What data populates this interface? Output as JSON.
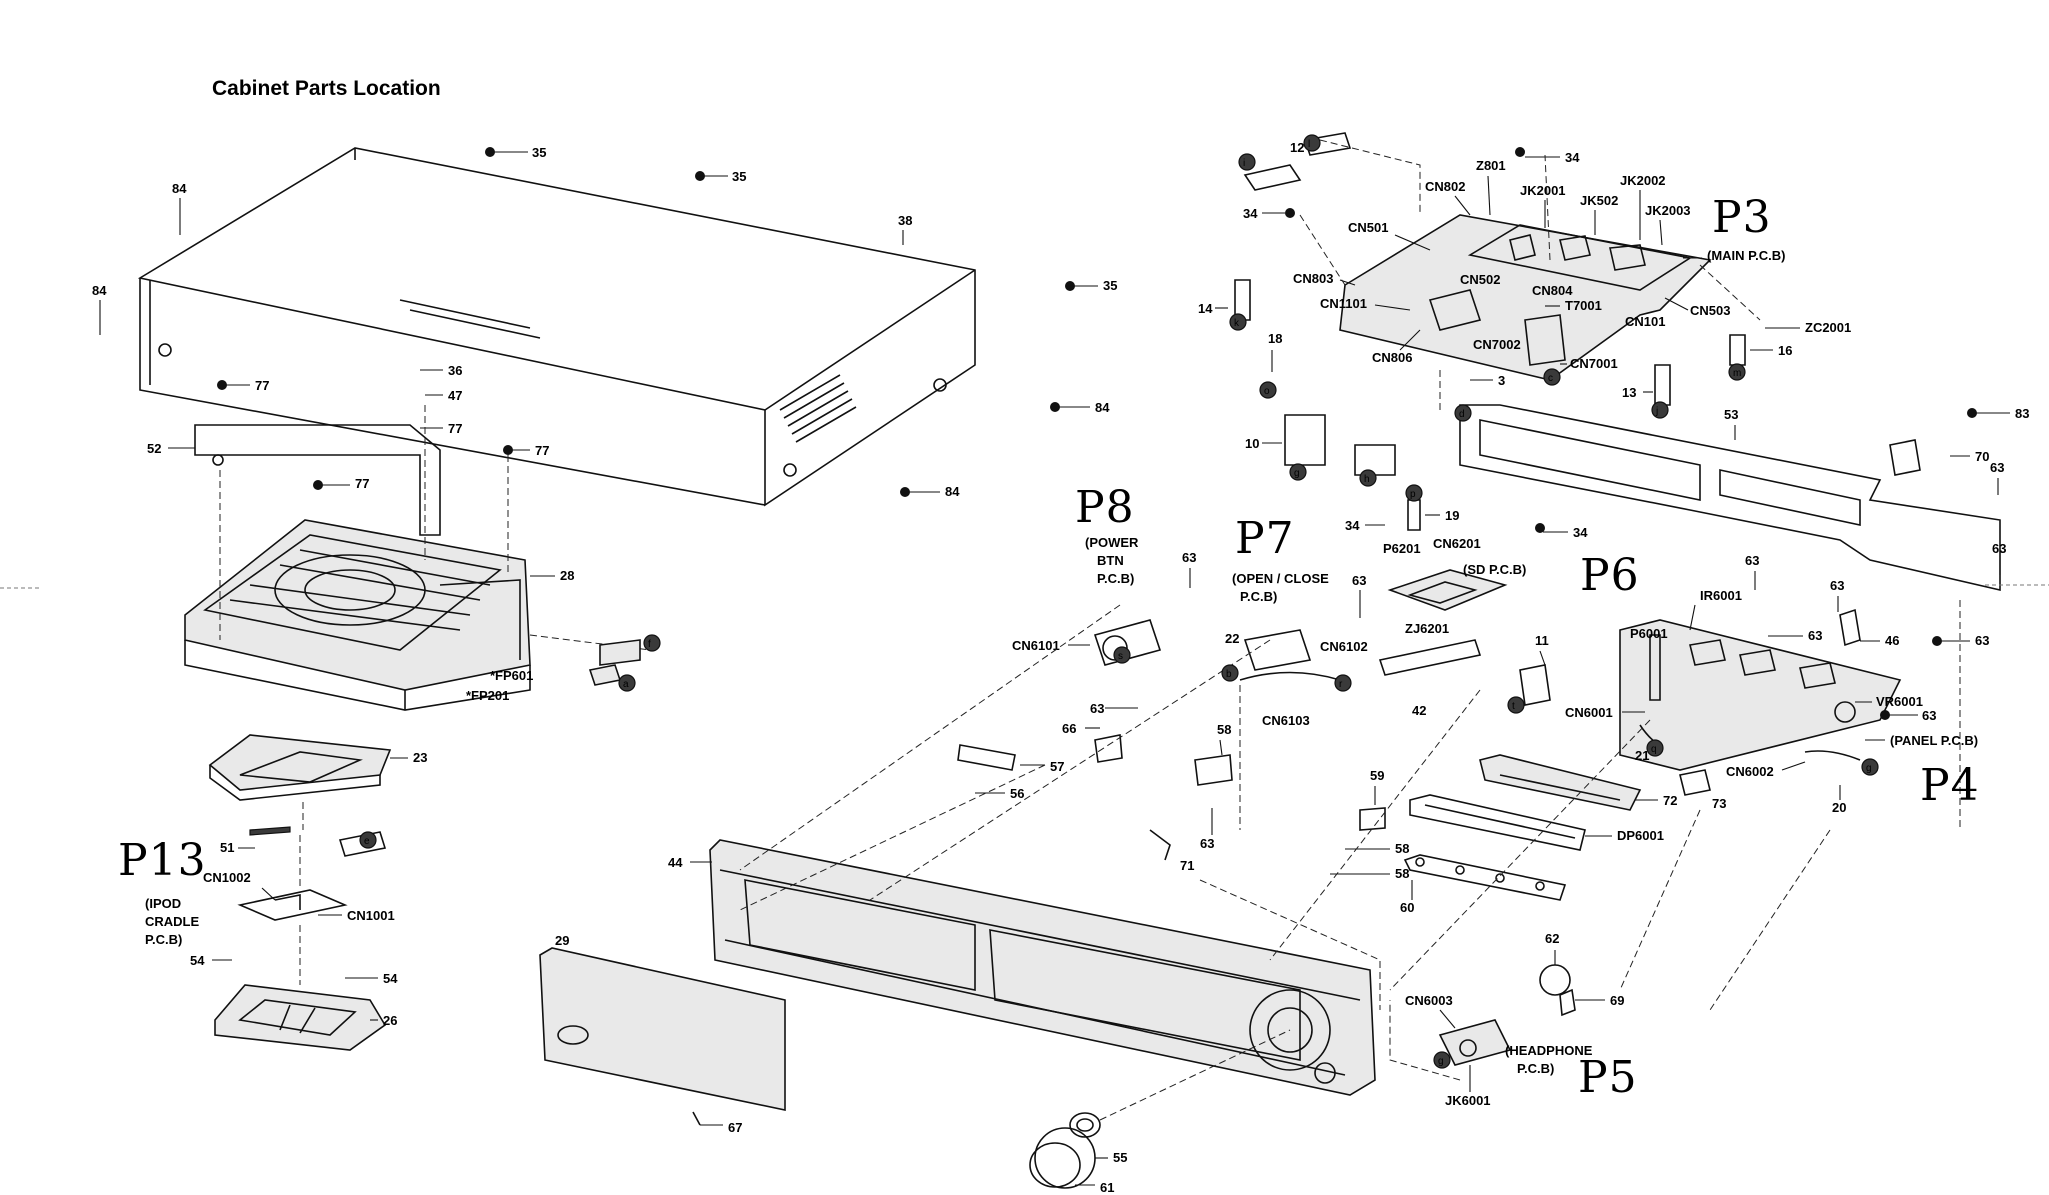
{
  "title": "Cabinet Parts Location",
  "handwritten": {
    "p3": "P3",
    "p4": "P4",
    "p5": "P5",
    "p6": "P6",
    "p7": "P7",
    "p8": "P8",
    "p13": "P13"
  },
  "labels": {
    "n35a": "35",
    "n35b": "35",
    "n35c": "35",
    "n84a": "84",
    "n84b": "84",
    "n84c": "84",
    "n38": "38",
    "n84d": "84",
    "n77a": "77",
    "n36": "36",
    "n47": "47",
    "n77b": "77",
    "n77c": "77",
    "n77d": "77",
    "n52": "52",
    "n28": "28",
    "fp601": "*FP601",
    "fp201": "*FP201",
    "n23": "23",
    "n51": "51",
    "cn1002": "CN1002",
    "ipod": "(IPOD",
    "cradle": "CRADLE",
    "pcb_a": "P.C.B)",
    "cn1001": "CN1001",
    "n54a": "54",
    "n54b": "54",
    "n26": "26",
    "n29": "29",
    "n67": "67",
    "n44": "44",
    "n55": "55",
    "n61": "61",
    "power": "(POWER",
    "btn": "BTN",
    "pcb_b": "P.C.B)",
    "n63a": "63",
    "cn6101": "CN6101",
    "openclose": "(OPEN / CLOSE",
    "pcb_c": "P.C.B)",
    "n63b": "63",
    "n22": "22",
    "cn6102": "CN6102",
    "cn6103": "CN6103",
    "n63c": "63",
    "n66": "66",
    "n57": "57",
    "n56": "56",
    "n58a": "58",
    "n63d": "63",
    "n71": "71",
    "n59": "59",
    "n58b": "58",
    "n58c": "58",
    "n12": "12",
    "n34a": "34",
    "n34b": "34",
    "n14": "14",
    "n18": "18",
    "n10": "10",
    "cn802": "CN802",
    "z801": "Z801",
    "jk2001": "JK2001",
    "jk502": "JK502",
    "jk2002": "JK2002",
    "jk2003": "JK2003",
    "mainpcb": "(MAIN P.C.B)",
    "cn501": "CN501",
    "cn803": "CN803",
    "cn502": "CN502",
    "cn804": "CN804",
    "cn1101": "CN1101",
    "t7001": "T7001",
    "cn101": "CN101",
    "cn503": "CN503",
    "zc2001": "ZC2001",
    "cn806": "CN806",
    "cn7002": "CN7002",
    "cn7001": "CN7001",
    "n16": "16",
    "n3": "3",
    "n13": "13",
    "n53": "53",
    "n83": "83",
    "n70": "70",
    "n63e": "63",
    "n63f": "63",
    "n34c": "34",
    "n19": "19",
    "n34d": "34",
    "p6201": "P6201",
    "cn6201": "CN6201",
    "sdpcb": "(SD P.C.B)",
    "zj6201": "ZJ6201",
    "n42": "42",
    "n63g": "63",
    "n63h": "63",
    "n63i": "63",
    "n46": "46",
    "n63j": "63",
    "p6001": "P6001",
    "ir6001": "IR6001",
    "n11": "11",
    "cn6001": "CN6001",
    "vr6001": "VR6001",
    "n63k": "63",
    "panelpcb": "(PANEL P.C.B)",
    "n21": "21",
    "cn6002": "CN6002",
    "n20": "20",
    "n72": "72",
    "n73": "73",
    "dp6001": "DP6001",
    "n60": "60",
    "n62": "62",
    "n69": "69",
    "cn6003": "CN6003",
    "headphone": "(HEADPHONE",
    "pcb_d": "P.C.B)",
    "jk6001": "JK6001"
  },
  "callouts": {
    "f": "f",
    "a": "a",
    "e": "e",
    "b": "b",
    "s": "s",
    "r": "r",
    "h": "h",
    "g": "g",
    "c": "c",
    "d": "d",
    "j": "j",
    "m": "m",
    "l": "l",
    "k": "k",
    "o": "o",
    "p": "p",
    "i": "i",
    "q": "q",
    "t": "t"
  }
}
